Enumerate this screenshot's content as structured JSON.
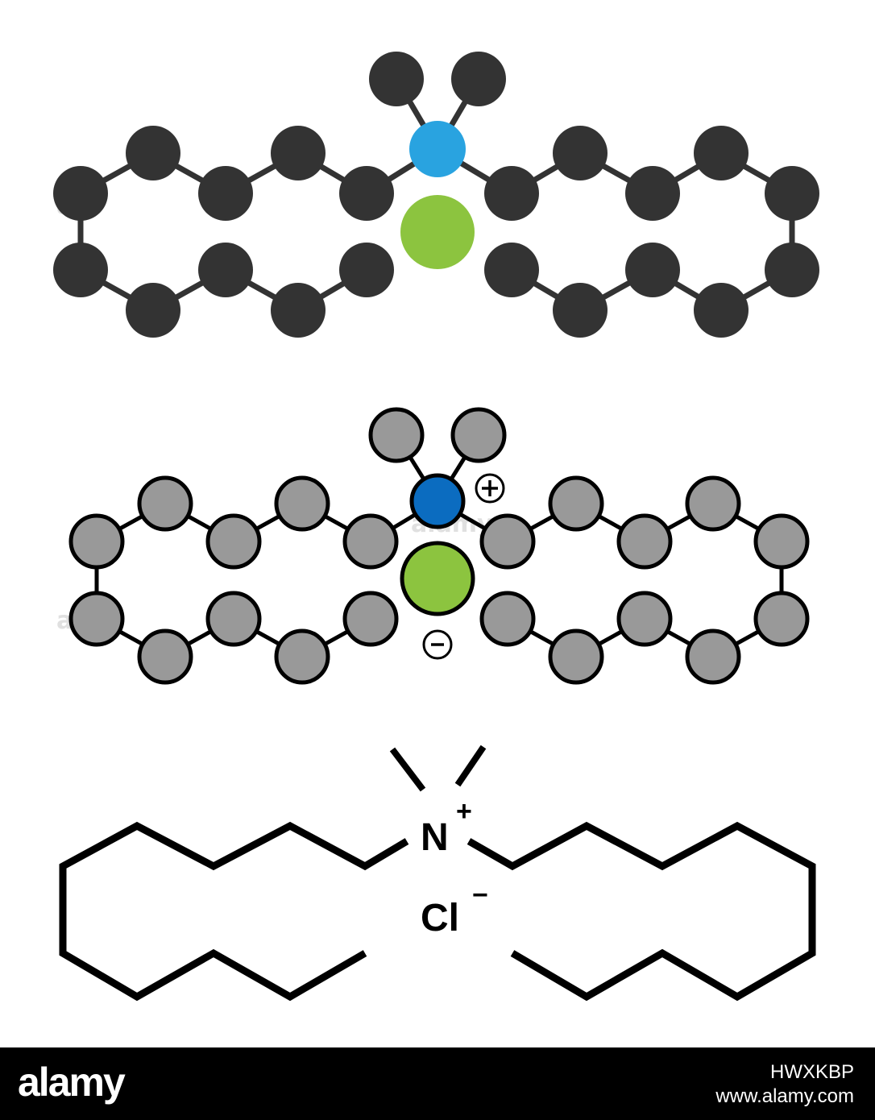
{
  "diagram": {
    "labels": {
      "nitrogen": "N",
      "nitrogen_charge": "+",
      "chloride": "Cl",
      "chloride_charge": "−",
      "cation_sign": "+",
      "anion_sign": "−"
    },
    "colors": {
      "carbon_dark": "#333333",
      "carbon_light": "#999999",
      "nitrogen_dark": "#29a3e0",
      "nitrogen_light": "#0b6cc0",
      "chlorine": "#8cc43f",
      "bond": "#000000"
    }
  },
  "footer": {
    "logo": "alamy",
    "image_id": "HWXKBP",
    "url": "www.alamy.com"
  }
}
